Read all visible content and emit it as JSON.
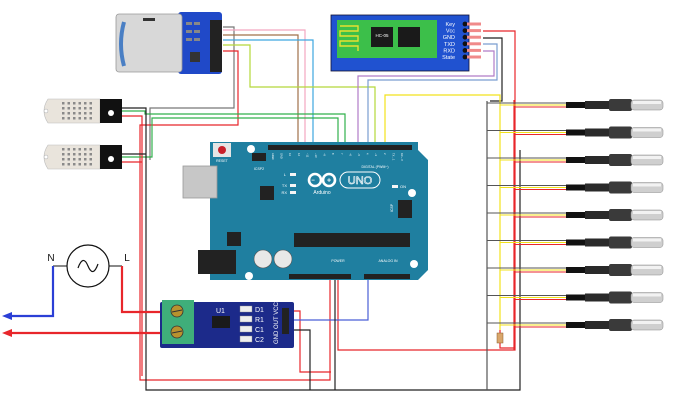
{
  "diagram": {
    "title": "Arduino UNO monitoring circuit wiring diagram",
    "components": {
      "sd_module": {
        "name": "SD card module"
      },
      "bluetooth": {
        "name": "HC-05 Bluetooth module",
        "chip_label": "HC-05",
        "pins": [
          "Key",
          "Vcc",
          "GND",
          "TXD",
          "RXD",
          "State"
        ]
      },
      "dht_sensors": {
        "name": "DHT humidity/temperature sensor",
        "count": 2
      },
      "arduino": {
        "brand": "Arduino",
        "model": "UNO",
        "reset_label": "RESET",
        "icsp2_label": "ICSP2",
        "icsp_label": "ICSP",
        "led_labels": [
          "L",
          "TX",
          "RX",
          "ON"
        ],
        "digital_label": "DIGITAL (PWM~)",
        "power_label": "POWER",
        "analog_label": "ANALOG IN",
        "power_pins": [
          "IOREF",
          "RESET",
          "3V3",
          "5V",
          "GND",
          "GND",
          "VIN"
        ],
        "analog_pins": [
          "A0",
          "A1",
          "A2",
          "A3",
          "A4",
          "A5"
        ],
        "digital_pins": [
          "AREF",
          "GND",
          "13",
          "12",
          "~11",
          "~10",
          "~9",
          "8",
          "7",
          "~6",
          "~5",
          "4",
          "~3",
          "2",
          "TX→1",
          "RX←0"
        ]
      },
      "current_sensor": {
        "name": "ACS712 current sensor",
        "chip_label": "U1",
        "parts": [
          "D1",
          "R1",
          "C1",
          "C2"
        ],
        "pins": [
          "VCC",
          "OUT",
          "GND"
        ]
      },
      "ac_source": {
        "neutral_label": "N",
        "line_label": "L",
        "symbol": "~"
      },
      "temperature_probes": {
        "name": "DS18B20 waterproof probe",
        "count": 9
      },
      "resistor": {
        "name": "pull-up resistor"
      }
    },
    "wire_colors": {
      "power": "#e8262b",
      "ground": "#222222",
      "neutral": "#2b3fd6",
      "data_yellow": "#f2e21c",
      "green": "#31b04c",
      "light_green": "#b5d83a",
      "pink": "#f4a7c0",
      "brown": "#a0704a",
      "blue": "#3ea6e0",
      "purple": "#b07cc8",
      "steel_blue": "#7a9ed0"
    },
    "board_colors": {
      "arduino": "#1f7fa0",
      "module_blue": "#2046c0",
      "terminal_green": "#3fae7a"
    }
  }
}
